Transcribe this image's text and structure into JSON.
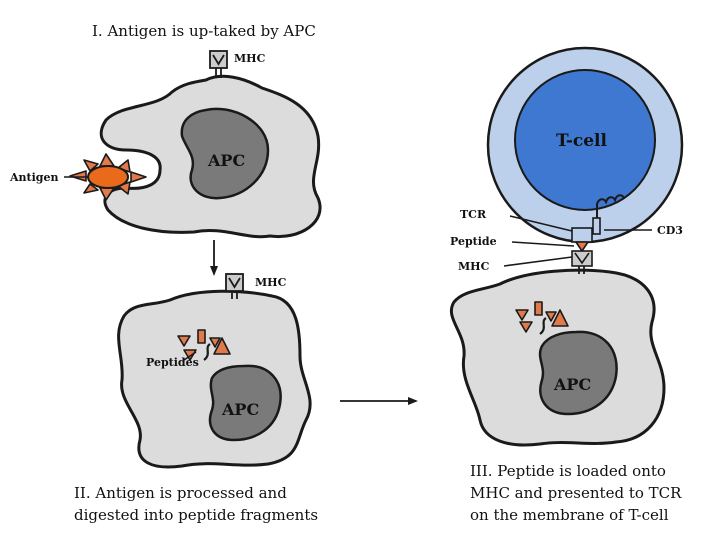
{
  "steps": {
    "step1_caption": "I. Antigen is up-taked by APC",
    "step2_caption_line1": "II. Antigen is processed and",
    "step2_caption_line2": "digested into peptide fragments",
    "step3_caption_line1": "III. Peptide is loaded onto",
    "step3_caption_line2": "MHC and presented to TCR",
    "step3_caption_line3": "on the membrane of T-cell"
  },
  "labels": {
    "mhc": "MHC",
    "apc": "APC",
    "antigen": "Antigen",
    "peptides": "Peptides",
    "t_cell": "T-cell",
    "tcr": "TCR",
    "peptide": "Peptide",
    "cd3": "CD3"
  },
  "colors": {
    "cell_fill": "#dcdcdc",
    "nucleus_fill": "#7a7a7a",
    "antigen_fill": "#e86a1a",
    "peptide_fill": "#e07a4a",
    "tcell_outer": "#bcd0ec",
    "tcell_inner": "#3f78d0",
    "receptor_fill": "#cccccc"
  }
}
